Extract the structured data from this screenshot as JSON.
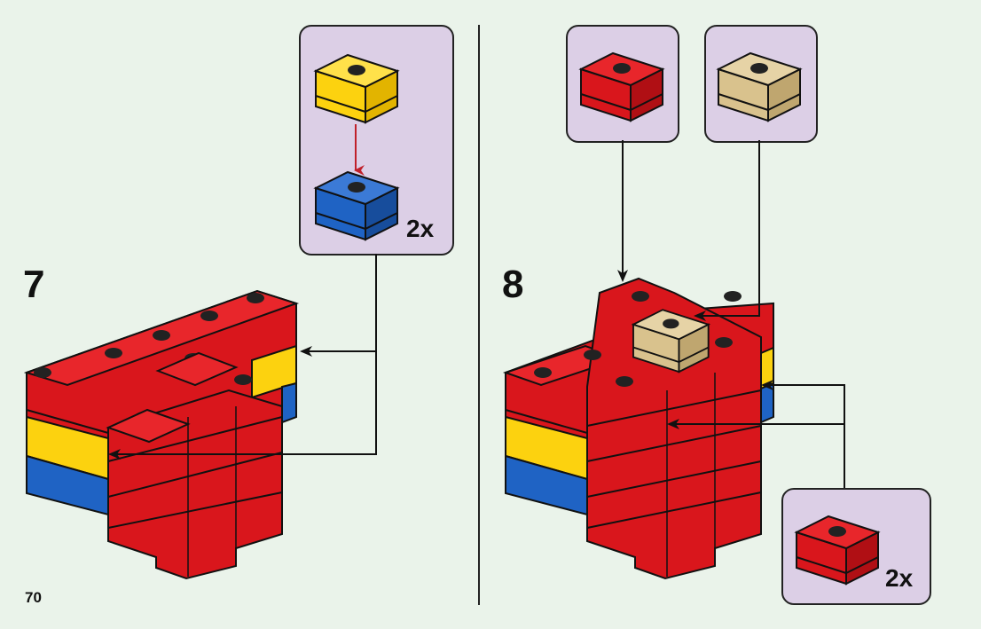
{
  "page": {
    "page_number": "70",
    "background": "#eaf3ea",
    "callout_background": "#dccfe6"
  },
  "steps": [
    {
      "number": "7",
      "callout_quantity": "2x",
      "parts": [
        "yellow-1x1-brick",
        "blue-1x1-brick"
      ]
    },
    {
      "number": "8",
      "callout_quantity": "2x",
      "parts": [
        "red-1x1-brick",
        "tan-1x1-brick",
        "red-1x1-brick"
      ]
    }
  ],
  "colors": {
    "red": "#d9161c",
    "yellow": "#fcd20f",
    "blue": "#1f63c4",
    "tan": "#d9c28d",
    "arrow_red": "#c0202a"
  }
}
